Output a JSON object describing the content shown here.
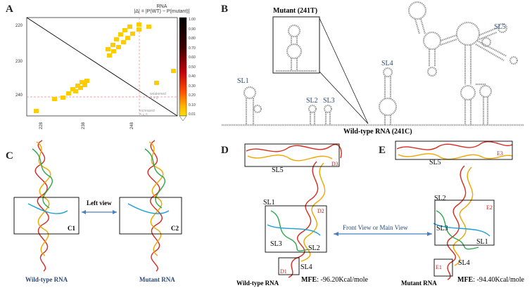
{
  "panels": {
    "A": {
      "letter": "A",
      "title_line1": "RNA",
      "title_line2": "|Δ| = |P(WT) − P(mutant)|",
      "y_ticks": [
        "220",
        "230",
        "240"
      ],
      "x_ticks": [
        "228",
        "238",
        "248"
      ],
      "annot_weakened": "weakened",
      "annot_weakened_sub": "Δ > 0",
      "annot_increased": "increased",
      "annot_increased_sub": "Δ < 0",
      "colorbar_ticks": [
        "1.00",
        "0.90",
        "0.80",
        "0.70",
        "0.60",
        "0.50",
        "0.40",
        "0.30",
        "0.20",
        "0.10",
        "0.01"
      ]
    },
    "B": {
      "letter": "B",
      "mutant_label": "Mutant (241T)",
      "wildtype_label": "Wild-type RNA (241C)",
      "sl_labels": [
        "SL1",
        "SL2",
        "SL3",
        "SL4",
        "SL5"
      ]
    },
    "C": {
      "letter": "C",
      "view_label": "Left view",
      "box1": "C1",
      "box2": "C2",
      "caption_wt": "Wild-type RNA",
      "caption_mut": "Mutant RNA"
    },
    "D": {
      "letter": "D",
      "sl5": "SL5",
      "sl1": "SL1",
      "sl3": "SL3",
      "sl2": "SL2",
      "sl4": "SL4",
      "d1": "D1",
      "d2": "D2",
      "d3": "D3",
      "caption": "Wild-type RNA",
      "mfe_label": "MFE",
      "mfe_value": ": -96.20Kcal/mole"
    },
    "E": {
      "letter": "E",
      "sl5": "SL5",
      "sl2": "SL2",
      "sl3": "SL3",
      "sl1": "SL1",
      "sl4": "SL4",
      "e1": "E1",
      "e2": "E2",
      "e3": "E3",
      "caption": "Mutant RNA",
      "mfe_label": "MFE",
      "mfe_value": ": -94.40Kcal/mole"
    },
    "DE_arrow_label": "Front View or Main View"
  }
}
